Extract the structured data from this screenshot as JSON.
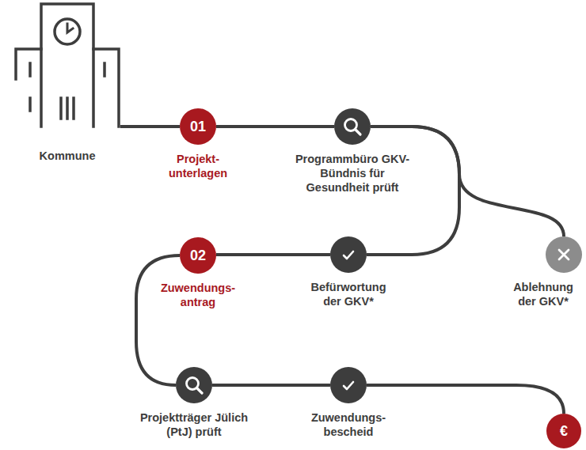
{
  "diagram": {
    "nodes": [
      {
        "text": [
          "Kommune"
        ]
      },
      {
        "text": [
          "01",
          "Projekt- unterlagen"
        ]
      },
      {
        "text": [
          "Programmbüro GKV-Bündnis für Gesundheit prüft"
        ]
      },
      {
        "text": [
          "Befürwortung der GKV*"
        ]
      },
      {
        "text": [
          "Ablehnung der GKV*"
        ]
      },
      {
        "text": [
          "02",
          "Zuwendungs- antrag"
        ]
      },
      {
        "text": [
          "Projektträger Jülich (PtJ) prüft"
        ]
      },
      {
        "text": [
          "Zuwendungs- bescheid"
        ]
      },
      {
        "text": [
          "€"
        ]
      }
    ],
    "edges": [
      {
        "from": 0,
        "to": 1,
        "arrow": "none"
      },
      {
        "from": 1,
        "to": 2,
        "arrow": "none"
      },
      {
        "from": 2,
        "to": 3,
        "arrow": "none"
      },
      {
        "from": 2,
        "to": 4,
        "arrow": "none"
      },
      {
        "from": 3,
        "to": 5,
        "arrow": "none"
      },
      {
        "from": 5,
        "to": 6,
        "arrow": "none"
      },
      {
        "from": 6,
        "to": 7,
        "arrow": "none"
      },
      {
        "from": 7,
        "to": 8,
        "arrow": "none"
      }
    ]
  }
}
